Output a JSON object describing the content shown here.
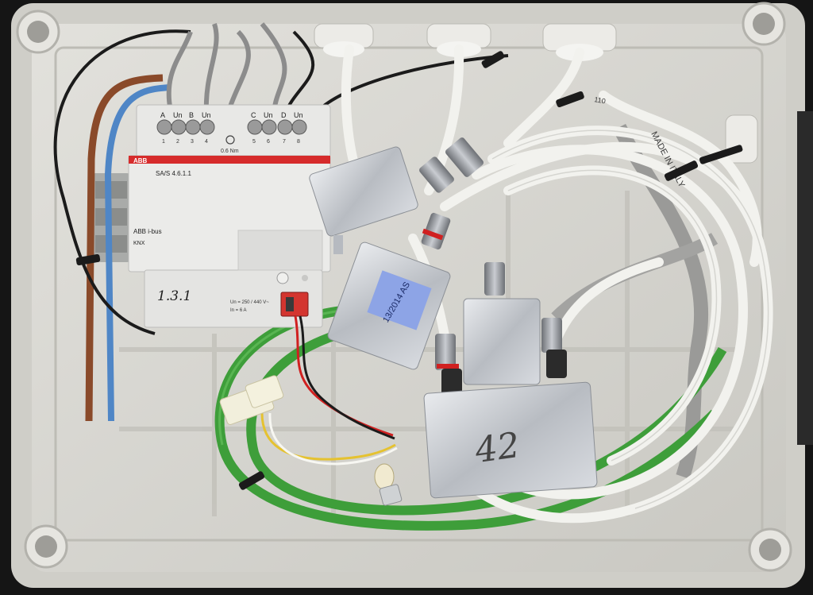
{
  "photo": {
    "enclosure_color": "#d6d5cf",
    "cable_white": "#f2f2ee",
    "cable_green": "#3e9e3a",
    "cable_grey": "#9a9a98"
  },
  "actuator": {
    "brand": "ABB",
    "model": "SA/S 4.6.1.1",
    "series": "ABB i-bus",
    "protocol": "KNX",
    "terminal_labels": [
      "A",
      "Un",
      "B",
      "Un",
      "C",
      "Un",
      "D",
      "Un"
    ],
    "terminal_numbers": [
      "1",
      "2",
      "3",
      "4",
      "5",
      "6",
      "7",
      "8"
    ],
    "torque": "0.6 Nm",
    "rating_voltage": "Un = 250 / 440 V~",
    "rating_current": "In = 6 A",
    "handwritten_address": "1.3.1"
  },
  "multiswitch": {
    "sticker_text": "13/2014 AS",
    "handwritten_number": "42"
  },
  "cable_print": {
    "text_1": "MADE IN ITALY",
    "text_2": "110"
  }
}
